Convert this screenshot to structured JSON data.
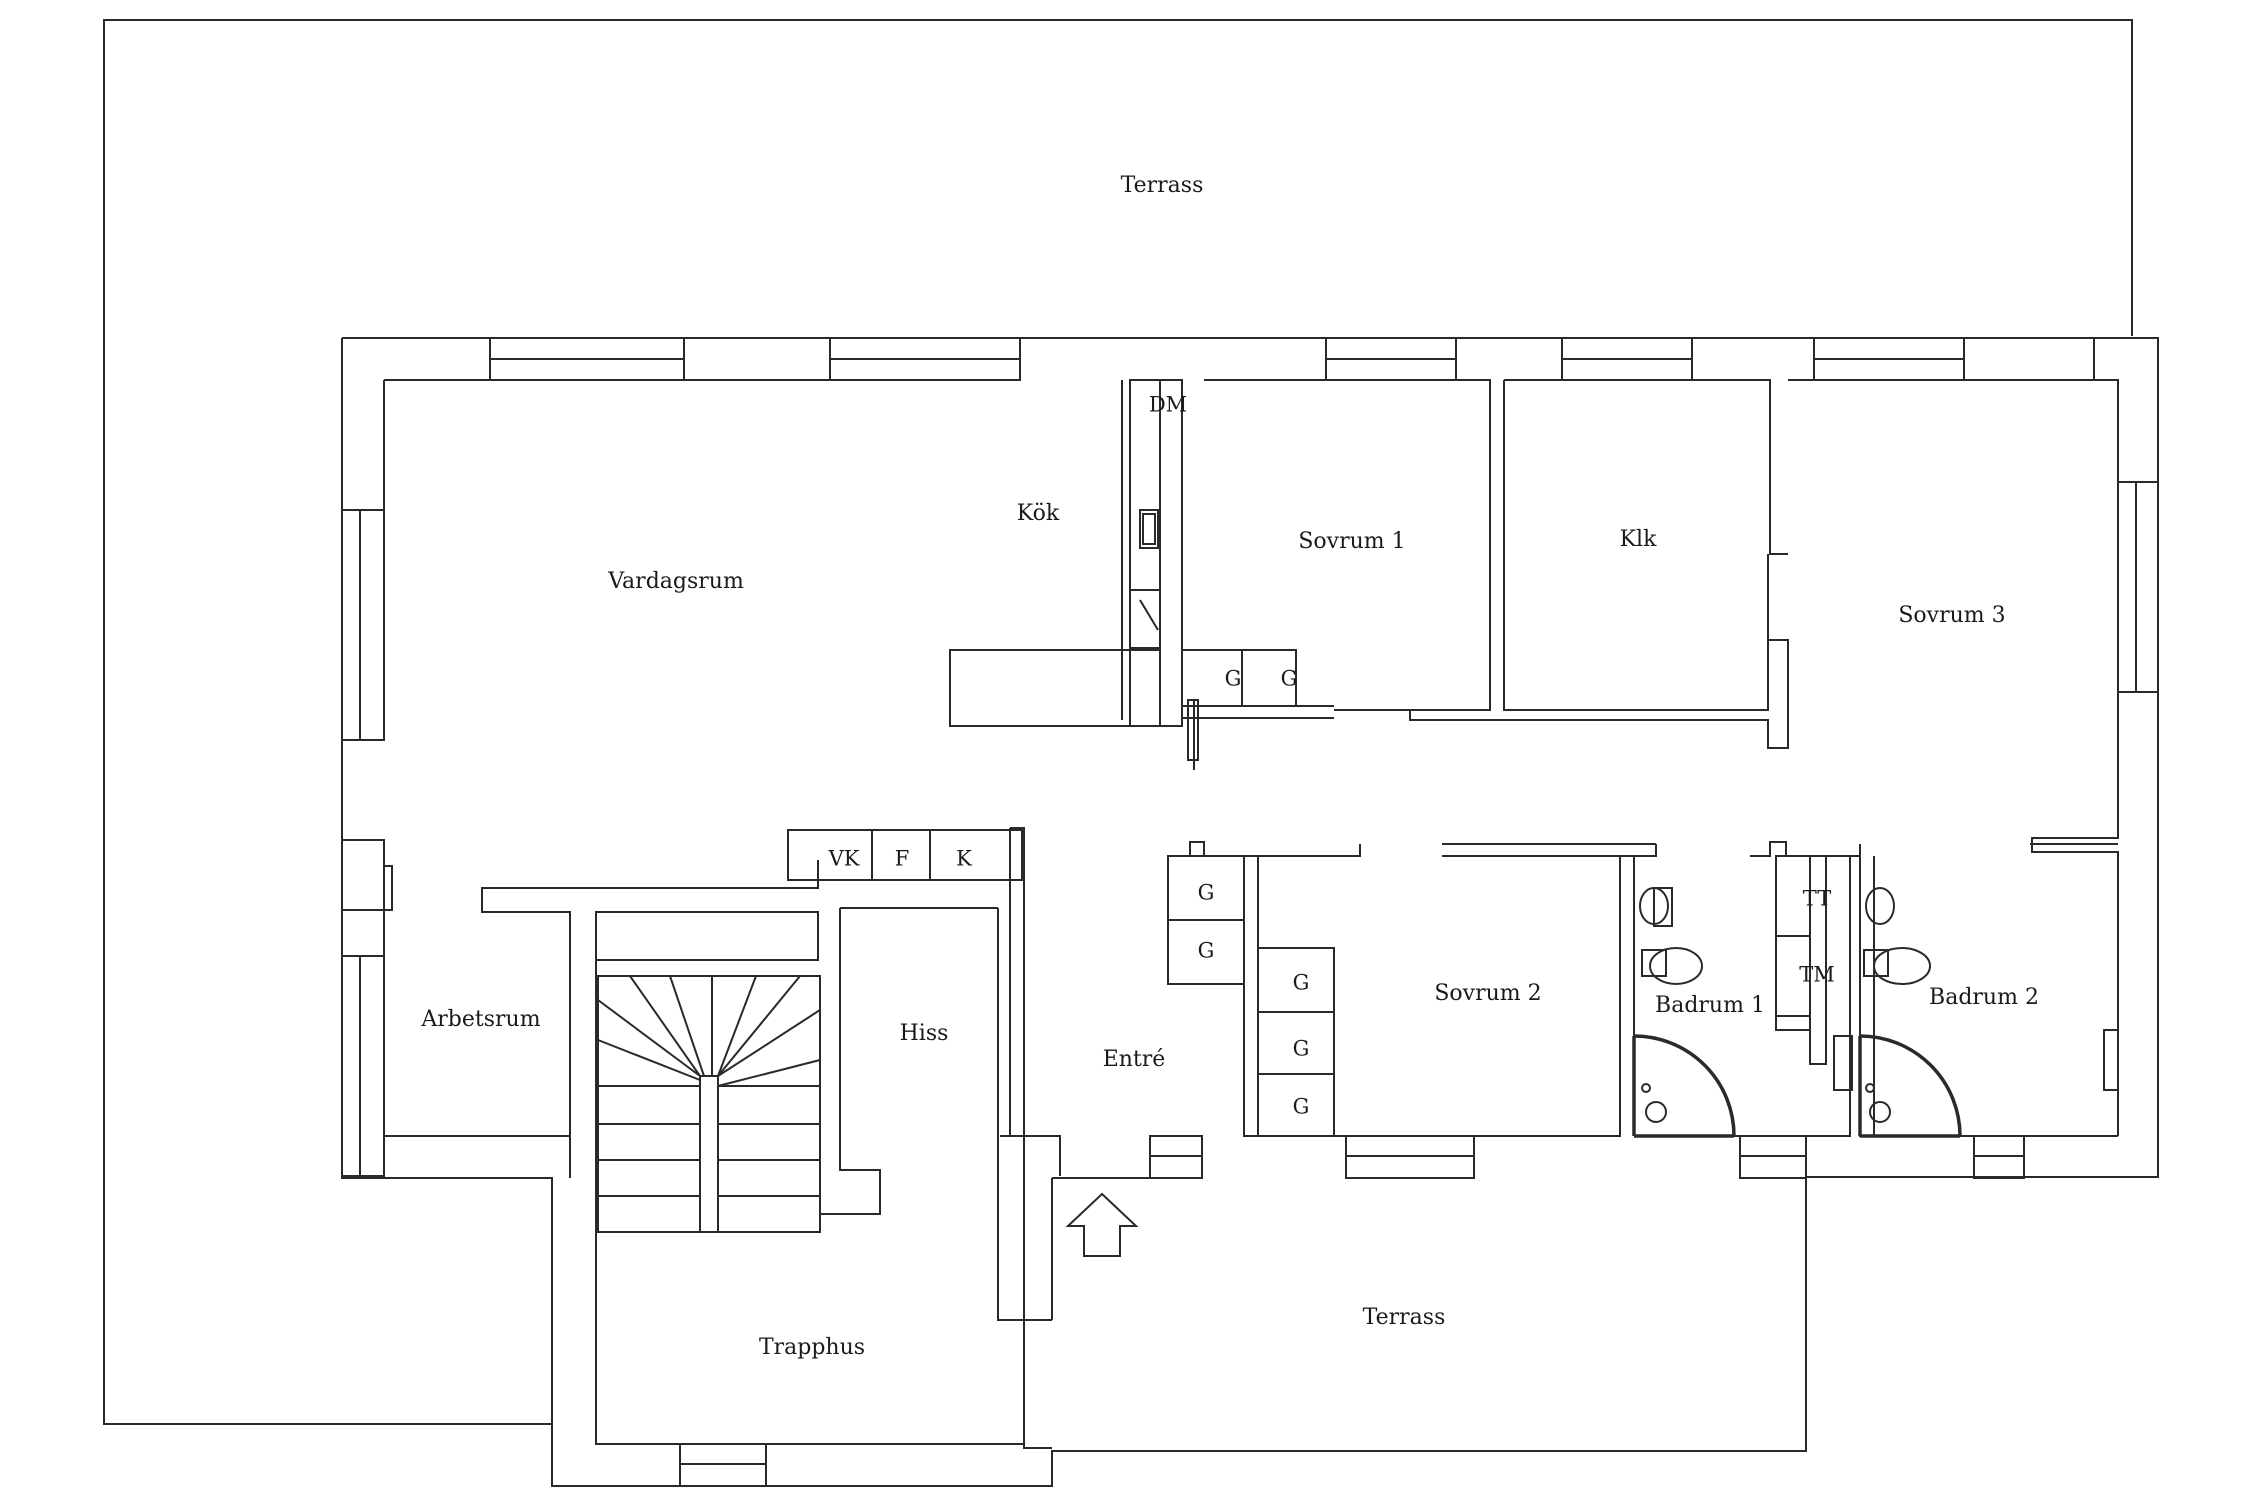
{
  "rooms": {
    "terrace_top": "Terrass",
    "terrace_bottom": "Terrass",
    "living_room": "Vardagsrum",
    "kitchen": "Kök",
    "bedroom_1": "Sovrum 1",
    "walk_in_closet": "Klk",
    "bedroom_3": "Sovrum 3",
    "bedroom_2": "Sovrum 2",
    "bathroom_1": "Badrum 1",
    "bathroom_2": "Badrum 2",
    "study": "Arbetsrum",
    "elevator": "Hiss",
    "entrance": "Entré",
    "stairwell": "Trapphus"
  },
  "fixtures": {
    "dishwasher": "DM",
    "wardrobe": "G",
    "water_heater": "VK",
    "freezer": "F",
    "fridge": "K",
    "dryer": "TT",
    "washer": "TM"
  },
  "icons": {
    "entrance_arrow": "up-arrow-icon"
  }
}
